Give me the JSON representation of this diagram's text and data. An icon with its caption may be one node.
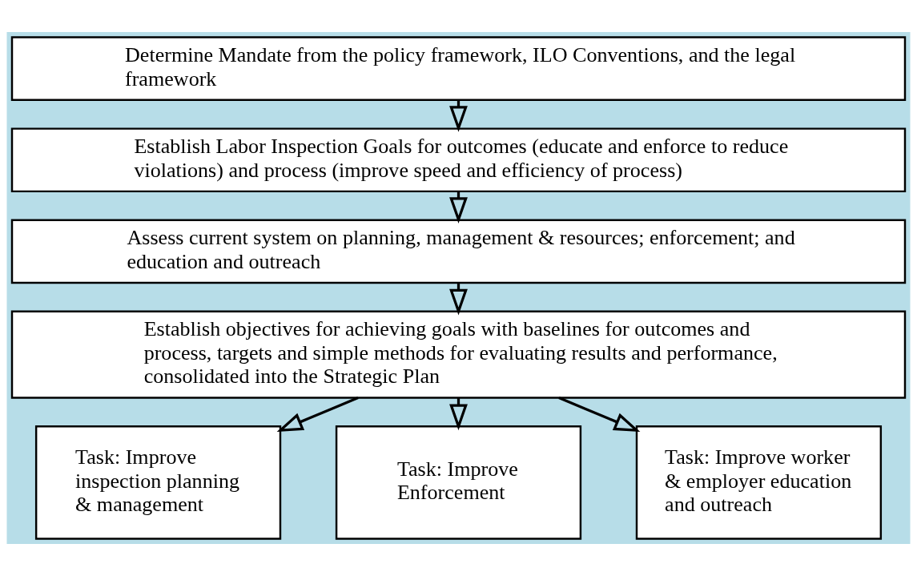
{
  "diagram": {
    "nodes": [
      {
        "text": [
          "Determine Mandate from the policy framework, ILO Conventions, and the legal framework"
        ]
      },
      {
        "text": [
          "Establish Labor Inspection Goals for outcomes (educate and enforce to reduce violations) and process (improve speed and efficiency of process)"
        ]
      },
      {
        "text": [
          "Assess current system on planning, management & resources; enforcement; and education and outreach"
        ]
      },
      {
        "text": [
          "Establish objectives for achieving goals with baselines for outcomes and process, targets and simple methods for evaluating results and performance, consolidated into the Strategic Plan"
        ]
      },
      {
        "text": [
          "Task: Improve inspection planning & management"
        ]
      },
      {
        "text": [
          "Task: Improve Enforcement"
        ]
      },
      {
        "text": [
          "Task: Improve worker & employer education and outreach"
        ]
      }
    ],
    "edges": [
      {
        "from": 0,
        "to": 1,
        "arrow": "to"
      },
      {
        "from": 1,
        "to": 2,
        "arrow": "to"
      },
      {
        "from": 2,
        "to": 3,
        "arrow": "to"
      },
      {
        "from": 3,
        "to": 4,
        "arrow": "to"
      },
      {
        "from": 3,
        "to": 5,
        "arrow": "to"
      },
      {
        "from": 3,
        "to": 6,
        "arrow": "to"
      }
    ]
  }
}
